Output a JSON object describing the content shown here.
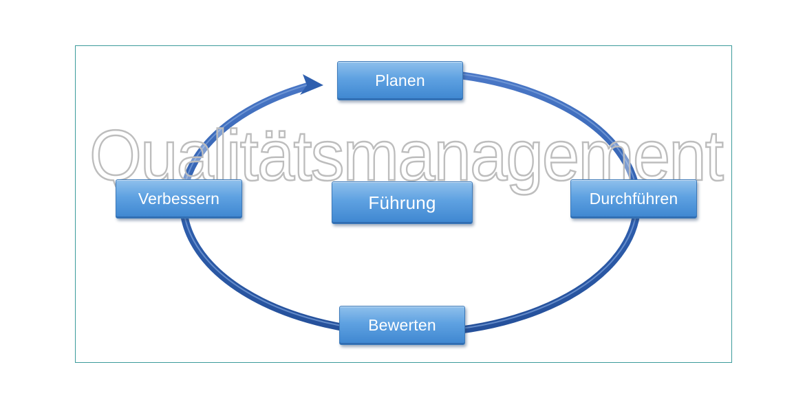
{
  "title": "Qualitätsmanagement",
  "center": "Führung",
  "cycle": {
    "plan": "Planen",
    "do": "Durchführen",
    "check": "Bewerten",
    "act": "Verbessern"
  },
  "colors": {
    "box": "#5ea1e1",
    "arrow": "#2f5fae",
    "frame": "#3a9a9a",
    "watermark": "#e9e9e9"
  }
}
